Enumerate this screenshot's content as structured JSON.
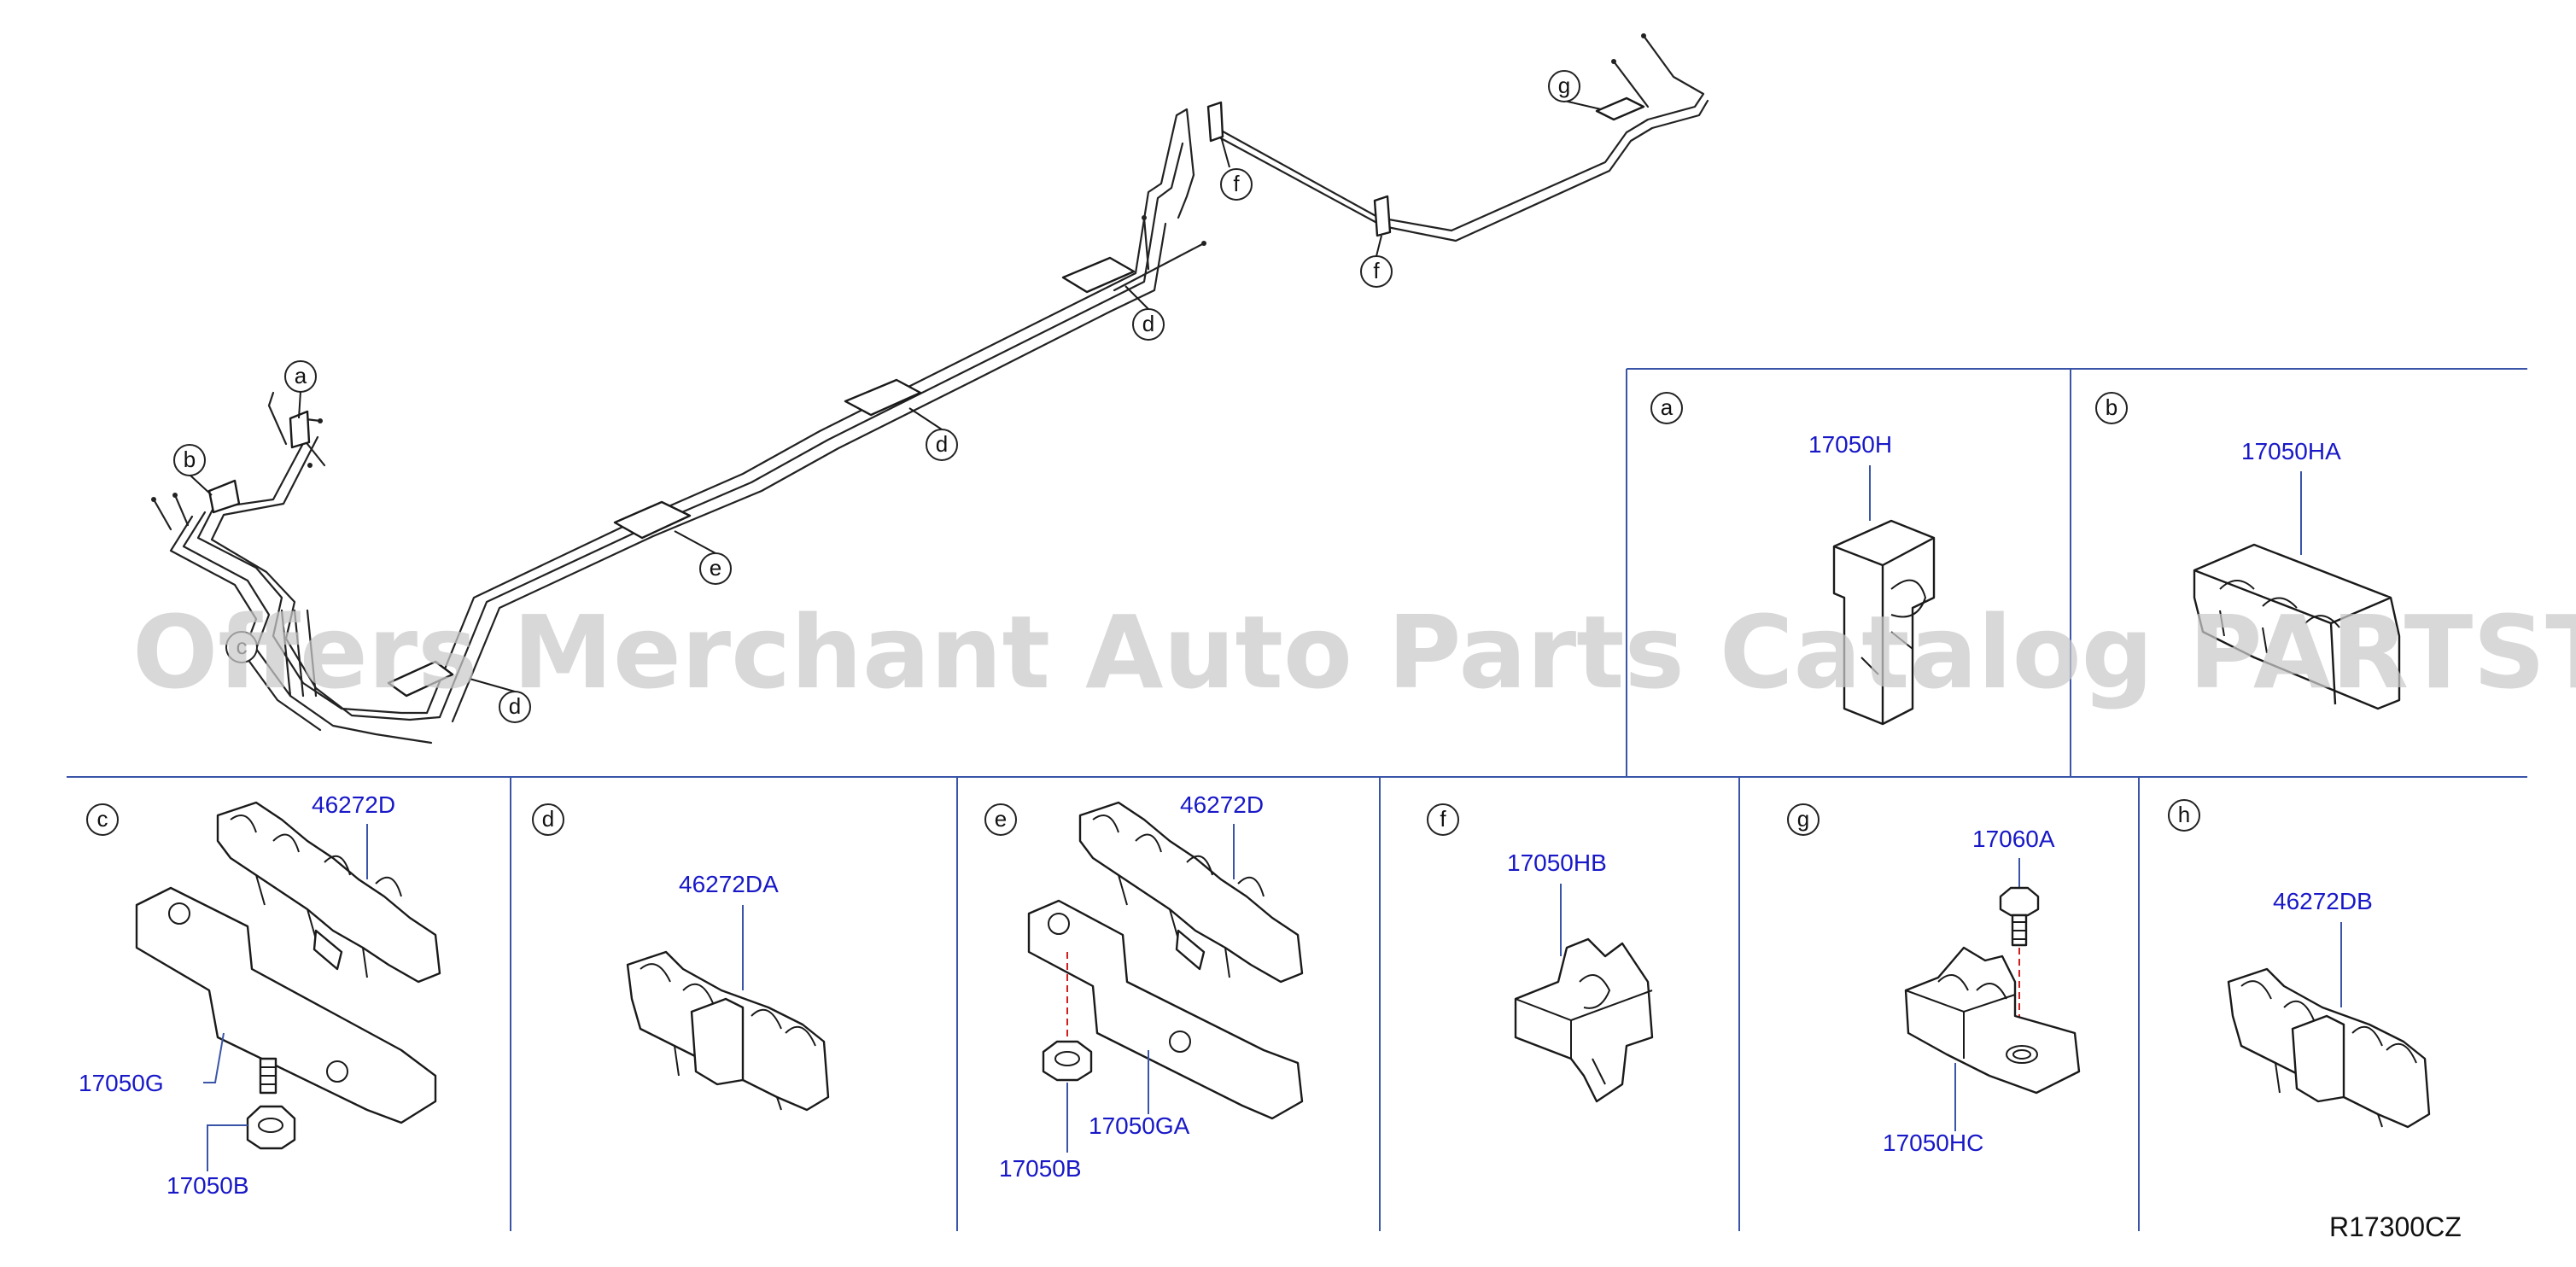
{
  "watermark": "Offers Merchant Auto Parts Catalog PARTSTORE.SA",
  "overview_callouts": [
    "a",
    "b",
    "c",
    "d",
    "d",
    "d",
    "e",
    "f",
    "f",
    "g"
  ],
  "panels": [
    {
      "letter": "a",
      "parts": [
        "17050H"
      ]
    },
    {
      "letter": "b",
      "parts": [
        "17050HA"
      ]
    },
    {
      "letter": "c",
      "parts": [
        "46272D",
        "17050G",
        "17050B"
      ]
    },
    {
      "letter": "d",
      "parts": [
        "46272DA"
      ]
    },
    {
      "letter": "e",
      "parts": [
        "46272D",
        "17050GA",
        "17050B"
      ]
    },
    {
      "letter": "f",
      "parts": [
        "17050HB"
      ]
    },
    {
      "letter": "g",
      "parts": [
        "17060A",
        "17050HC"
      ]
    },
    {
      "letter": "h",
      "parts": [
        "46272DB"
      ]
    }
  ],
  "reference_code": "R17300CZ"
}
